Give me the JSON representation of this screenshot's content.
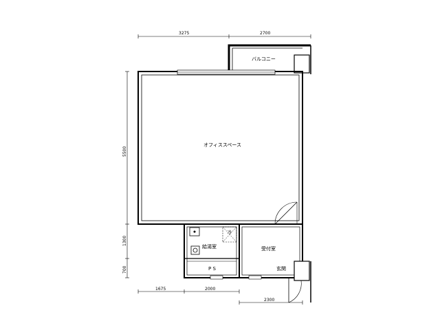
{
  "rooms": {
    "office": "オフィススペース",
    "balcony": "バルコニー",
    "kitchenette": "給湯室",
    "reception": "受付室",
    "entrance": "玄関",
    "ps": "P S"
  },
  "fixtures": {
    "floor_drain": "冷"
  },
  "dimensions": {
    "top_left": "3275",
    "top_right": "2700",
    "left_tall": "5500",
    "left_mid": "1300",
    "left_low": "700",
    "bottom_left": "1675",
    "bottom_mid": "2000",
    "bottom_right": "2300"
  }
}
